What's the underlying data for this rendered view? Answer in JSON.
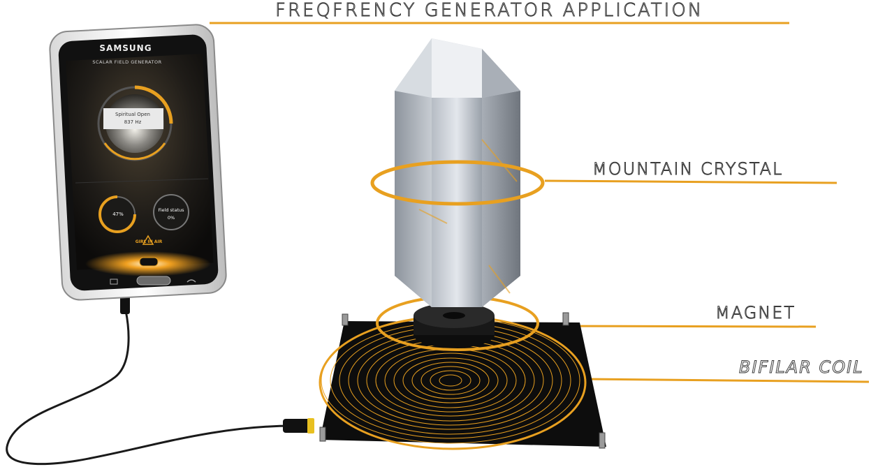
{
  "labels": {
    "title": "FREQFRENCY GENERATOR APPLICATION",
    "crystal": "MOUNTAIN CRYSTAL",
    "magnet": "MAGNET",
    "coil": "BIFILAR COIL"
  },
  "phone": {
    "brand": "SAMSUNG",
    "app_title": "SCALAR FIELD GENERATOR",
    "preset_name": "Spiritual Open",
    "preset_frequency": "837 Hz",
    "volume_value": "47%",
    "field_status_label": "Field status",
    "field_status_value": "0%",
    "logo_text": "GIRL IN AIR"
  },
  "colors": {
    "accent": "#e8a020",
    "board": "#0d0d0d",
    "crystal": "#c9cfd6",
    "magnet": "#151515",
    "label_outline": "#3a3a3a"
  },
  "icons": {
    "play_button": "stop-square-icon",
    "logo": "triangle-logo-icon"
  }
}
